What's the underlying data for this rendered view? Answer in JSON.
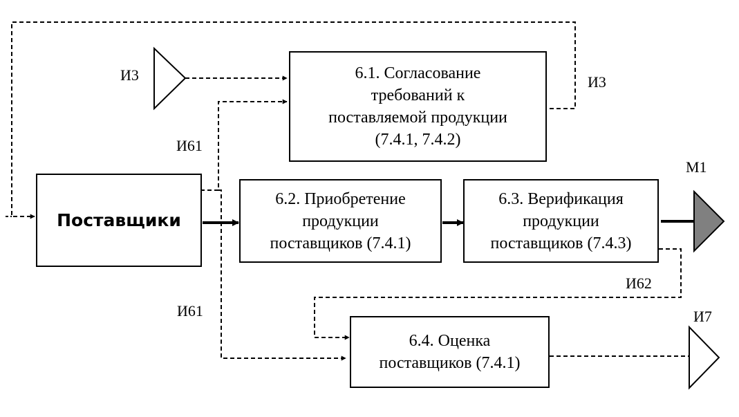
{
  "boxes": {
    "suppliers": "Поставщики",
    "b61": "6.1. Согласование\nтребований  к\nпоставляемой продукции\n(7.4.1, 7.4.2)",
    "b62": "6.2. Приобретение\nпродукции\nпоставщиков (7.4.1)",
    "b63": "6.3. Верификация\nпродукции\nпоставщиков (7.4.3)",
    "b64": "6.4. Оценка\nпоставщиков (7.4.1)"
  },
  "labels": {
    "i3_left": "И3",
    "i3_right": "И3",
    "i61_top": "И61",
    "i61_bottom": "И61",
    "m1": "М1",
    "i62": "И62",
    "i7": "И7"
  },
  "colors": {
    "line": "#000000",
    "output_fill": "#808080"
  }
}
